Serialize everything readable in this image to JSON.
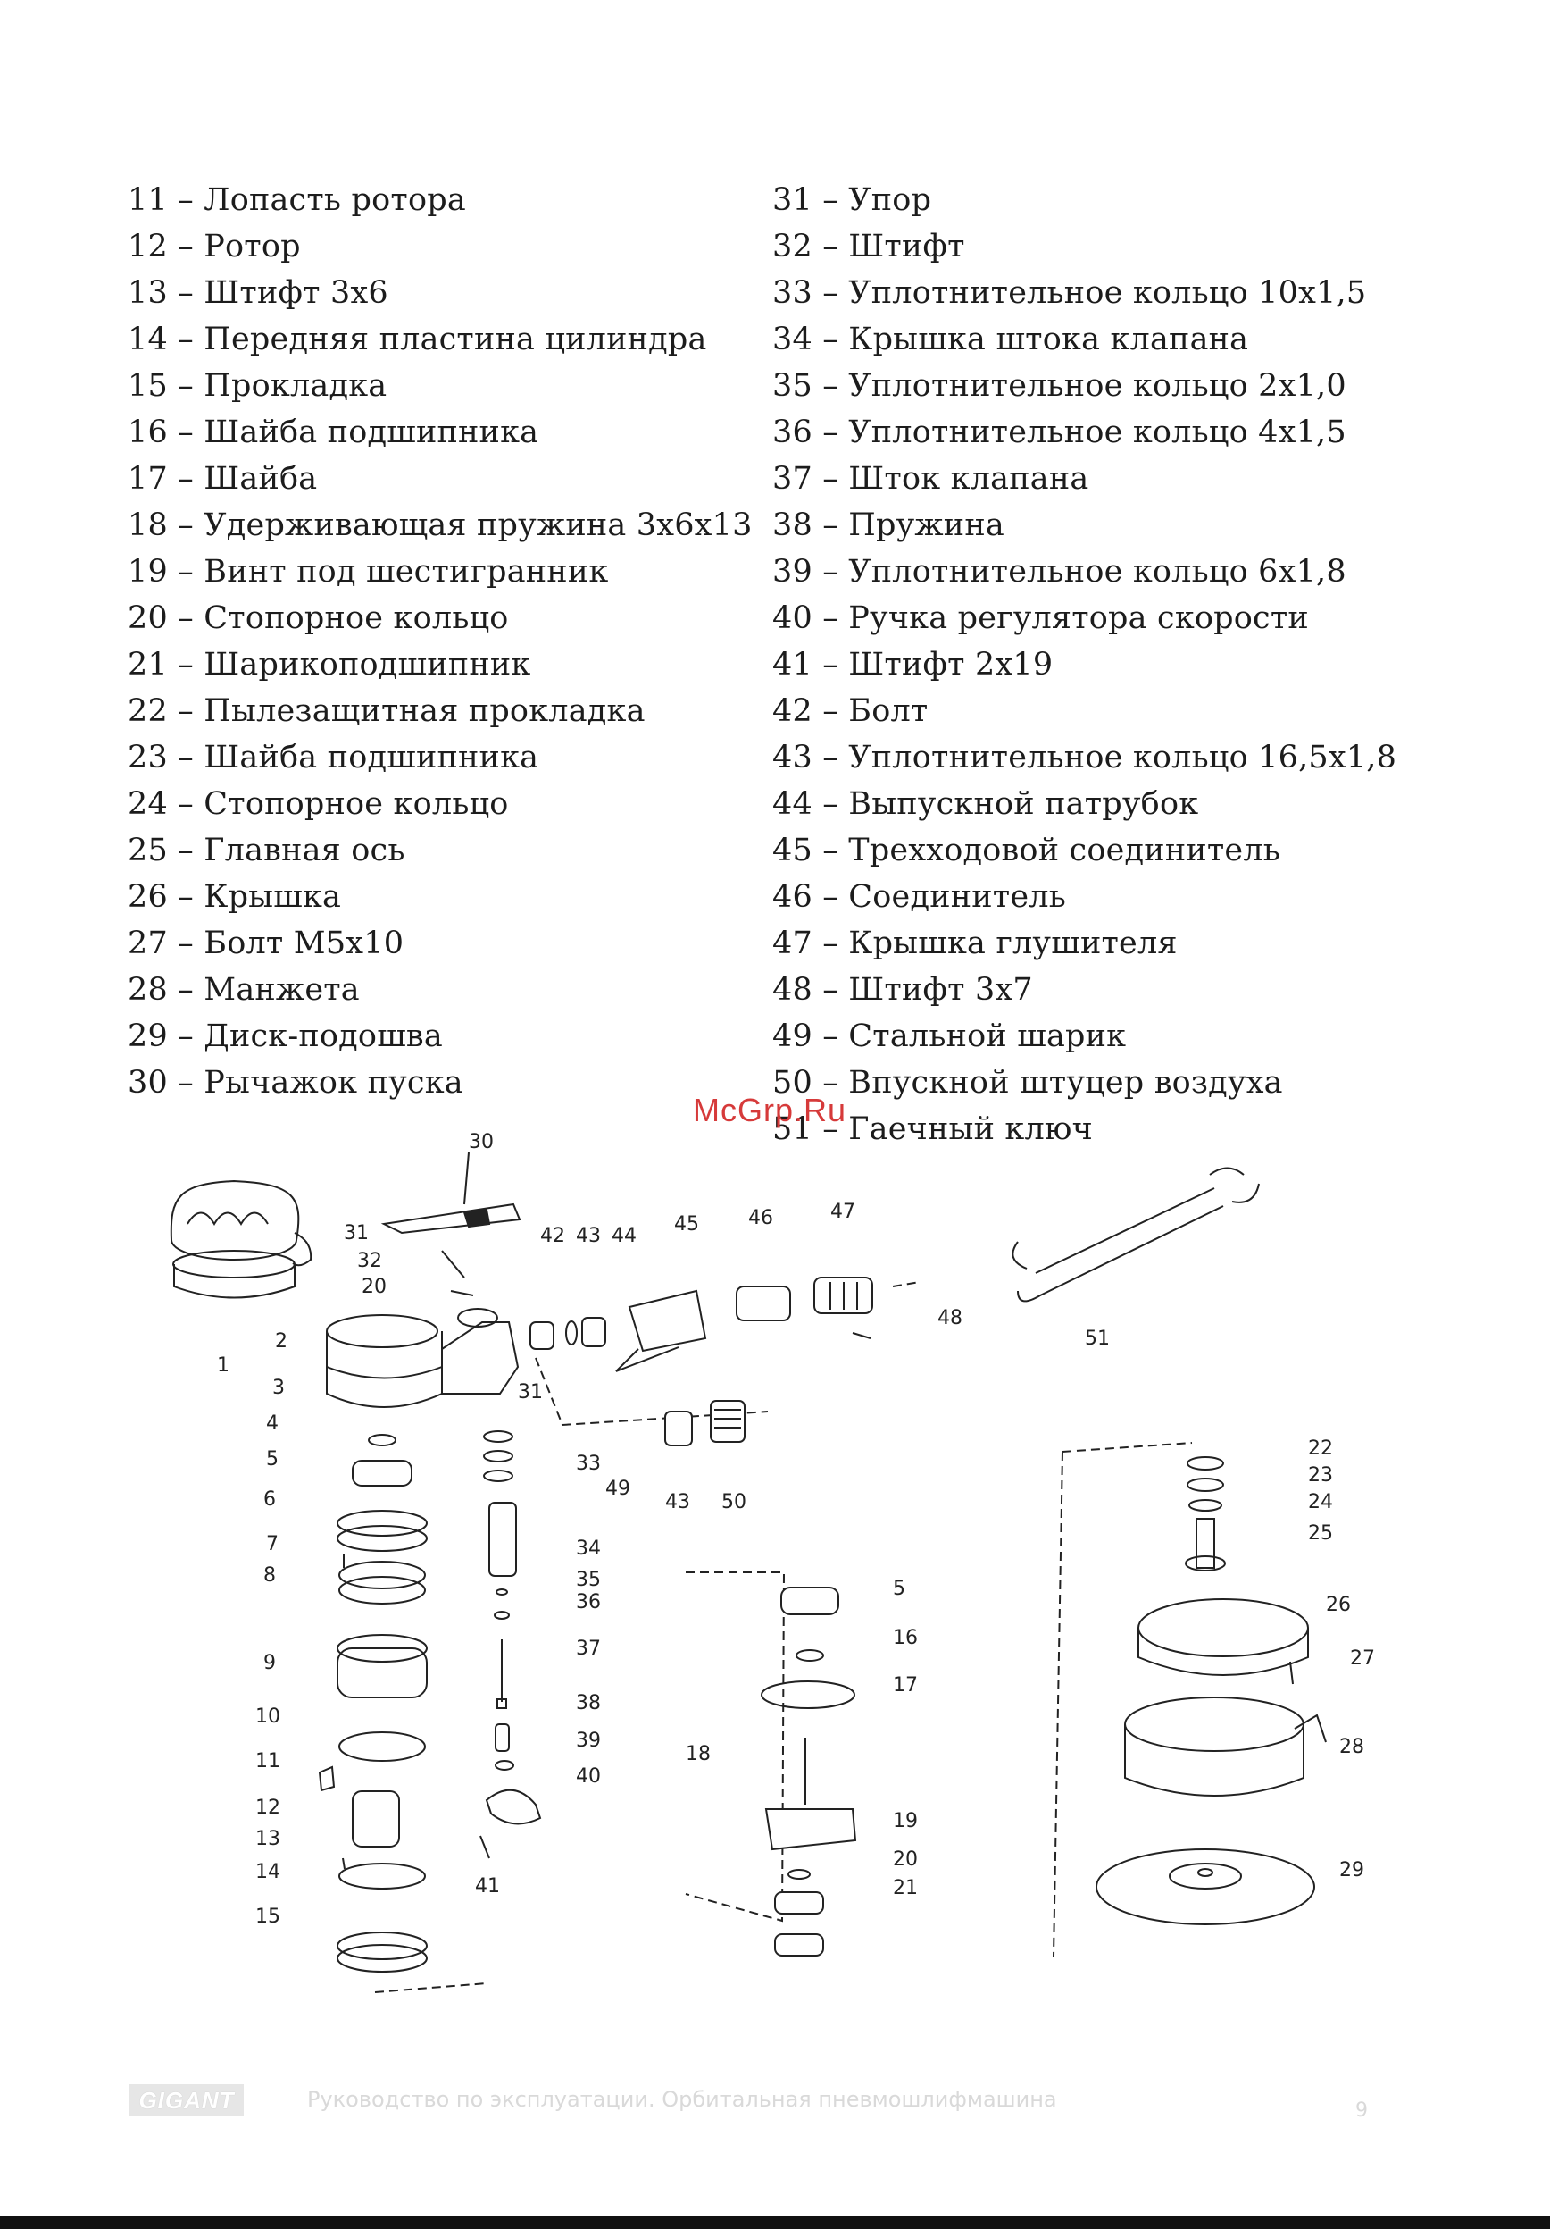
{
  "parts_left": [
    "11 – Лопасть ротора",
    "12 – Ротор",
    "13 – Штифт 3х6",
    "14 – Передняя пластина цилиндра",
    "15 – Прокладка",
    "16 – Шайба подшипника",
    "17 – Шайба",
    "18 – Удерживающая пружина 3х6х13",
    "19 – Винт под шестигранник",
    "20 – Стопорное кольцо",
    "21 – Шарикоподшипник",
    "22 – Пылезащитная прокладка",
    "23 – Шайба подшипника",
    "24 – Стопорное кольцо",
    "25 – Главная ось",
    "26 – Крышка",
    "27 – Болт М5х10",
    "28 – Манжета",
    "29 – Диск-подошва",
    "30 – Рычажок пуска"
  ],
  "parts_right": [
    "31 – Упор",
    "32 – Штифт",
    "33 – Уплотнительное кольцо 10х1,5",
    "34 – Крышка штока клапана",
    "35 – Уплотнительное кольцо 2х1,0",
    "36 – Уплотнительное кольцо 4х1,5",
    "37 – Шток клапана",
    "38 – Пружина",
    "39 – Уплотнительное кольцо 6х1,8",
    "40 – Ручка регулятора скорости",
    "41 – Штифт 2х19",
    "42 – Болт",
    "43 – Уплотнительное кольцо 16,5х1,8",
    "44 – Выпускной патрубок",
    "45 – Трехходовой соединитель",
    "46 – Соединитель",
    "47 – Крышка глушителя",
    "48 – Штифт 3х7",
    "49 – Стальной шарик",
    "50 – Впускной штуцер воздуха",
    "51 – Гаечный ключ"
  ],
  "watermark": "McGrp.Ru",
  "diagram_labels": [
    "30",
    "31",
    "32",
    "20",
    "42",
    "43",
    "44",
    "45",
    "46",
    "47",
    "48",
    "1",
    "2",
    "3",
    "31",
    "4",
    "5",
    "6",
    "7",
    "8",
    "9",
    "10",
    "11",
    "12",
    "13",
    "14",
    "15",
    "33",
    "34",
    "35",
    "36",
    "37",
    "38",
    "39",
    "40",
    "41",
    "49",
    "43",
    "50",
    "51",
    "22",
    "23",
    "24",
    "25",
    "26",
    "27",
    "28",
    "29",
    "5",
    "16",
    "17",
    "18",
    "19",
    "20",
    "21"
  ],
  "footer": {
    "logo": "GIGANT",
    "title": "Руководство по эксплуатации. Орбитальная пневмошлифмашина",
    "page": "9"
  },
  "colors": {
    "watermark": "#d63a3a",
    "footer_text": "#d9d9d9"
  }
}
